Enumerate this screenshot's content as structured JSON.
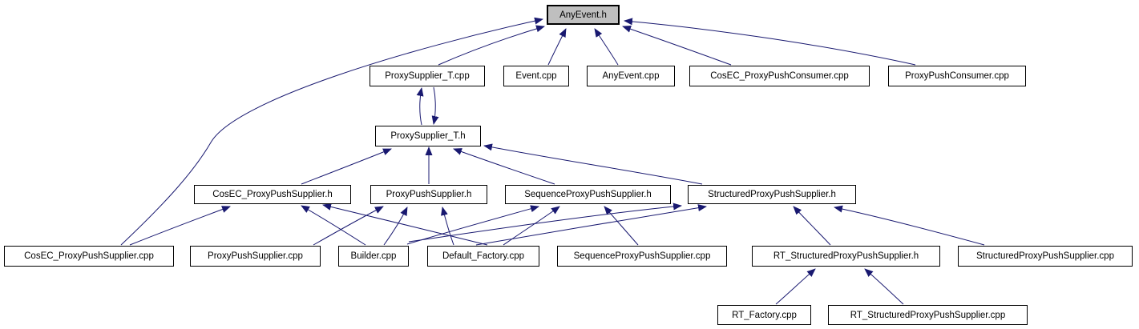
{
  "diagram": {
    "type": "include-dependency-graph",
    "root": "AnyEvent.h",
    "colors": {
      "edge": "#191970",
      "node_border": "#000000",
      "node_fill": "#ffffff",
      "root_fill": "#bfbfbf",
      "background": "#ffffff"
    },
    "nodes": [
      {
        "id": "AnyEvent_h",
        "label": "AnyEvent.h"
      },
      {
        "id": "ProxySupplier_T_cpp",
        "label": "ProxySupplier_T.cpp"
      },
      {
        "id": "Event_cpp",
        "label": "Event.cpp"
      },
      {
        "id": "AnyEvent_cpp",
        "label": "AnyEvent.cpp"
      },
      {
        "id": "CosEC_ProxyPushConsumer_cpp",
        "label": "CosEC_ProxyPushConsumer.cpp"
      },
      {
        "id": "ProxyPushConsumer_cpp",
        "label": "ProxyPushConsumer.cpp"
      },
      {
        "id": "ProxySupplier_T_h",
        "label": "ProxySupplier_T.h"
      },
      {
        "id": "CosEC_ProxyPushSupplier_h",
        "label": "CosEC_ProxyPushSupplier.h"
      },
      {
        "id": "ProxyPushSupplier_h",
        "label": "ProxyPushSupplier.h"
      },
      {
        "id": "SequenceProxyPushSupplier_h",
        "label": "SequenceProxyPushSupplier.h"
      },
      {
        "id": "StructuredProxyPushSupplier_h",
        "label": "StructuredProxyPushSupplier.h"
      },
      {
        "id": "CosEC_ProxyPushSupplier_cpp",
        "label": "CosEC_ProxyPushSupplier.cpp"
      },
      {
        "id": "ProxyPushSupplier_cpp",
        "label": "ProxyPushSupplier.cpp"
      },
      {
        "id": "Builder_cpp",
        "label": "Builder.cpp"
      },
      {
        "id": "Default_Factory_cpp",
        "label": "Default_Factory.cpp"
      },
      {
        "id": "SequenceProxyPushSupplier_cpp",
        "label": "SequenceProxyPushSupplier.cpp"
      },
      {
        "id": "RT_StructuredProxyPushSupplier_h",
        "label": "RT_StructuredProxyPushSupplier.h"
      },
      {
        "id": "StructuredProxyPushSupplier_cpp",
        "label": "StructuredProxyPushSupplier.cpp"
      },
      {
        "id": "RT_Factory_cpp",
        "label": "RT_Factory.cpp"
      },
      {
        "id": "RT_StructuredProxyPushSupplier_cpp",
        "label": "RT_StructuredProxyPushSupplier.cpp"
      }
    ],
    "edges": [
      {
        "from": "ProxySupplier_T.cpp",
        "to": "AnyEvent.h"
      },
      {
        "from": "Event.cpp",
        "to": "AnyEvent.h"
      },
      {
        "from": "AnyEvent.cpp",
        "to": "AnyEvent.h"
      },
      {
        "from": "CosEC_ProxyPushConsumer.cpp",
        "to": "AnyEvent.h"
      },
      {
        "from": "ProxyPushConsumer.cpp",
        "to": "AnyEvent.h"
      },
      {
        "from": "CosEC_ProxyPushSupplier.cpp",
        "to": "AnyEvent.h"
      },
      {
        "from": "ProxySupplier_T.h",
        "to": "ProxySupplier_T.cpp"
      },
      {
        "from": "ProxySupplier_T.cpp",
        "to": "ProxySupplier_T.h"
      },
      {
        "from": "CosEC_ProxyPushSupplier.h",
        "to": "ProxySupplier_T.h"
      },
      {
        "from": "ProxyPushSupplier.h",
        "to": "ProxySupplier_T.h"
      },
      {
        "from": "SequenceProxyPushSupplier.h",
        "to": "ProxySupplier_T.h"
      },
      {
        "from": "StructuredProxyPushSupplier.h",
        "to": "ProxySupplier_T.h"
      },
      {
        "from": "CosEC_ProxyPushSupplier.cpp",
        "to": "CosEC_ProxyPushSupplier.h"
      },
      {
        "from": "Builder.cpp",
        "to": "CosEC_ProxyPushSupplier.h"
      },
      {
        "from": "Default_Factory.cpp",
        "to": "CosEC_ProxyPushSupplier.h"
      },
      {
        "from": "ProxyPushSupplier.cpp",
        "to": "ProxyPushSupplier.h"
      },
      {
        "from": "Builder.cpp",
        "to": "ProxyPushSupplier.h"
      },
      {
        "from": "Default_Factory.cpp",
        "to": "ProxyPushSupplier.h"
      },
      {
        "from": "Builder.cpp",
        "to": "SequenceProxyPushSupplier.h"
      },
      {
        "from": "Default_Factory.cpp",
        "to": "SequenceProxyPushSupplier.h"
      },
      {
        "from": "SequenceProxyPushSupplier.cpp",
        "to": "SequenceProxyPushSupplier.h"
      },
      {
        "from": "Builder.cpp",
        "to": "StructuredProxyPushSupplier.h"
      },
      {
        "from": "Default_Factory.cpp",
        "to": "StructuredProxyPushSupplier.h"
      },
      {
        "from": "RT_StructuredProxyPushSupplier.h",
        "to": "StructuredProxyPushSupplier.h"
      },
      {
        "from": "StructuredProxyPushSupplier.cpp",
        "to": "StructuredProxyPushSupplier.h"
      },
      {
        "from": "RT_Factory.cpp",
        "to": "RT_StructuredProxyPushSupplier.h"
      },
      {
        "from": "RT_StructuredProxyPushSupplier.cpp",
        "to": "RT_StructuredProxyPushSupplier.h"
      }
    ]
  }
}
